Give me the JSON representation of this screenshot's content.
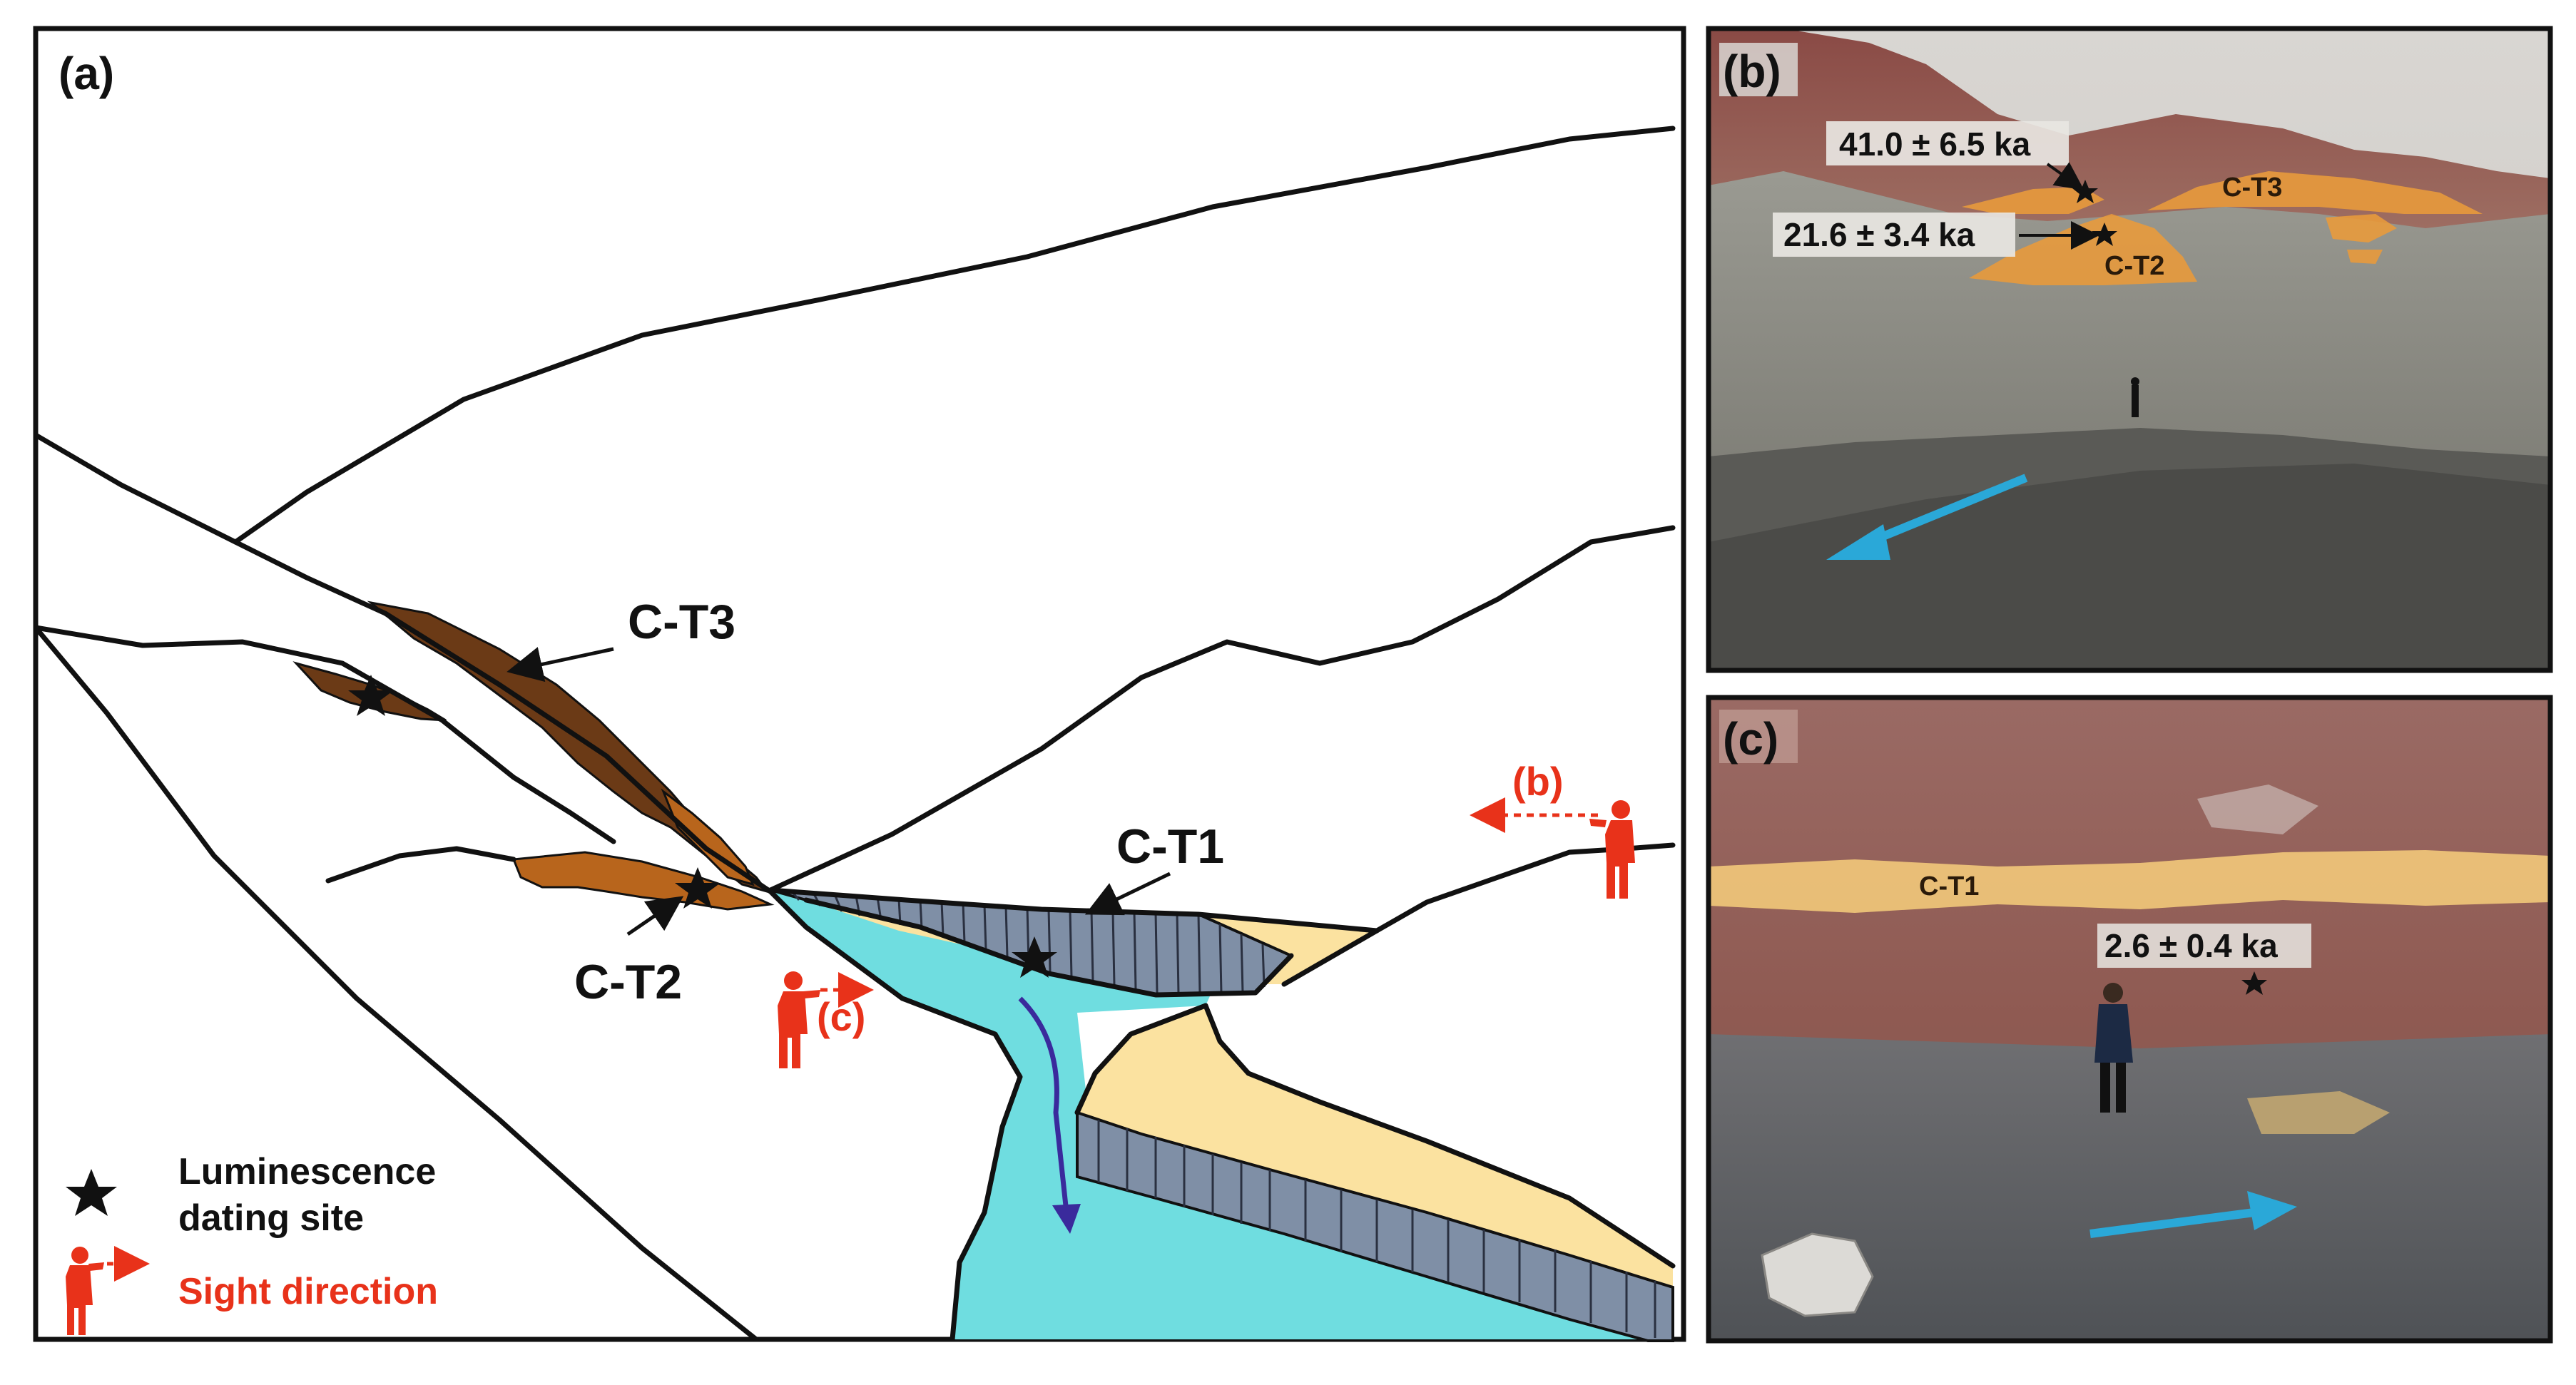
{
  "panels": {
    "a": {
      "label": "(a)",
      "terraces": {
        "t1": "C-T1",
        "t2": "C-T2",
        "t3": "C-T3"
      },
      "views": {
        "b": "(b)",
        "c": "(c)"
      },
      "legend": {
        "dating_line1": "Luminescence",
        "dating_line2": "dating site",
        "sight": "Sight direction"
      }
    },
    "b": {
      "label": "(b)",
      "age1": "41.0 ± 6.5 ka",
      "age2": "21.6 ± 3.4 ka",
      "t3": "C-T3",
      "t2": "C-T2"
    },
    "c": {
      "label": "(c)",
      "t1": "C-T1",
      "age": "2.6 ± 0.4 ka"
    }
  },
  "colors": {
    "river": "#6fdde0",
    "terrace_low": "#fbe2a0",
    "terrace_high": "#6b3a16",
    "terrace_mid": "#b8651c",
    "cut_bank": "#7f8fa6",
    "flow_arrow": "#3a2a9c",
    "sight": "#e8321a",
    "photo_arrow": "#2aa8d8",
    "photo_terrace": "#e89a3c"
  }
}
